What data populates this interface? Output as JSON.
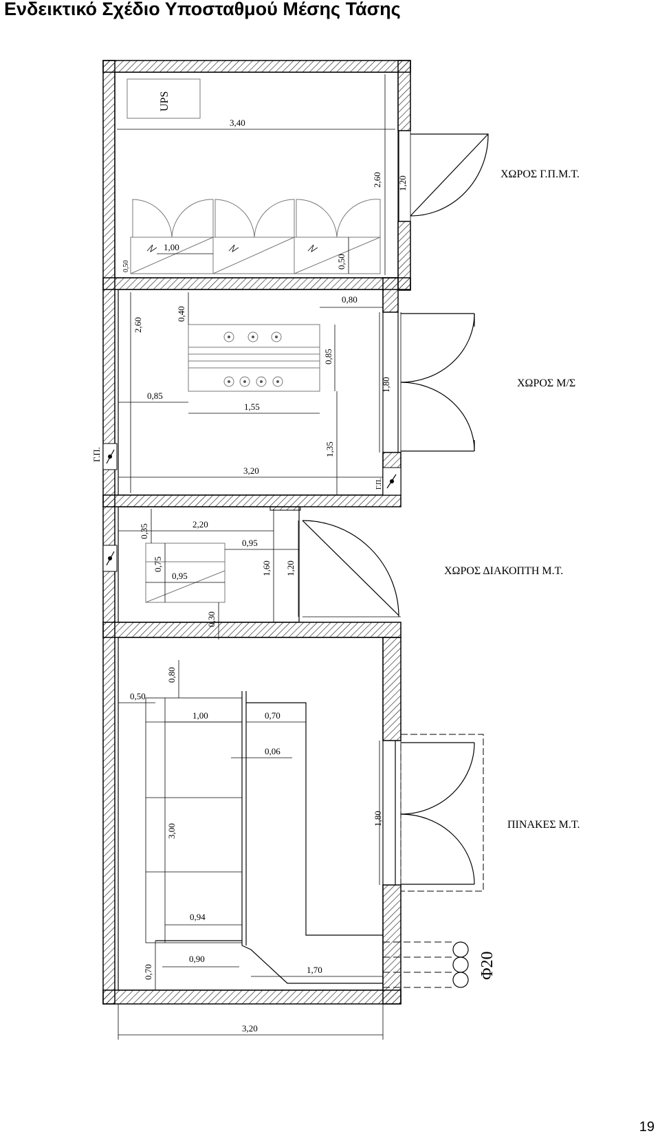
{
  "title": "Ενδεικτικό Σχέδιο Υποσταθμού Μέσης Τάσης",
  "page_number": "19",
  "rooms": {
    "r1": "ΧΩΡΟΣ Γ.Π.Μ.Τ.",
    "r2": "ΧΩΡΟΣ Μ/Σ",
    "r3": "ΧΩΡΟΣ ΔΙΑΚΟΠΤΗ Μ.Τ.",
    "r4": "ΠΙΝΑΚΕΣ Μ.Τ."
  },
  "equipment": {
    "ups": "UPS"
  },
  "cable_label": "Φ20",
  "switch_labels": {
    "s1": "Γ.Π.",
    "s2": "Γ.Π."
  },
  "dims": {
    "d340": "3,40",
    "d260a": "2,60",
    "d120a": "1,20",
    "d050a": "0,50",
    "d100a": "1,00",
    "d050b": "0,50",
    "d260b": "2,60",
    "d040": "0,40",
    "d080a": "0,80",
    "d085a": "0,85",
    "d180a": "1,80",
    "d085b": "0,85",
    "d155": "1,55",
    "d135": "1,35",
    "d320a": "3,20",
    "d035": "0,35",
    "d220": "2,20",
    "d095a": "0,95",
    "d075": "0,75",
    "d095b": "0,95",
    "d160": "1,60",
    "d120b": "1,20",
    "d030": "0,30",
    "d080b": "0,80",
    "d050c": "0,50",
    "d100b": "1,00",
    "d070a": "0,70",
    "d006": "0,06",
    "d300": "3,00",
    "d180b": "1,80",
    "d094": "0,94",
    "d090": "0,90",
    "d070b": "0,70",
    "d170": "1,70",
    "d320b": "3,20"
  }
}
